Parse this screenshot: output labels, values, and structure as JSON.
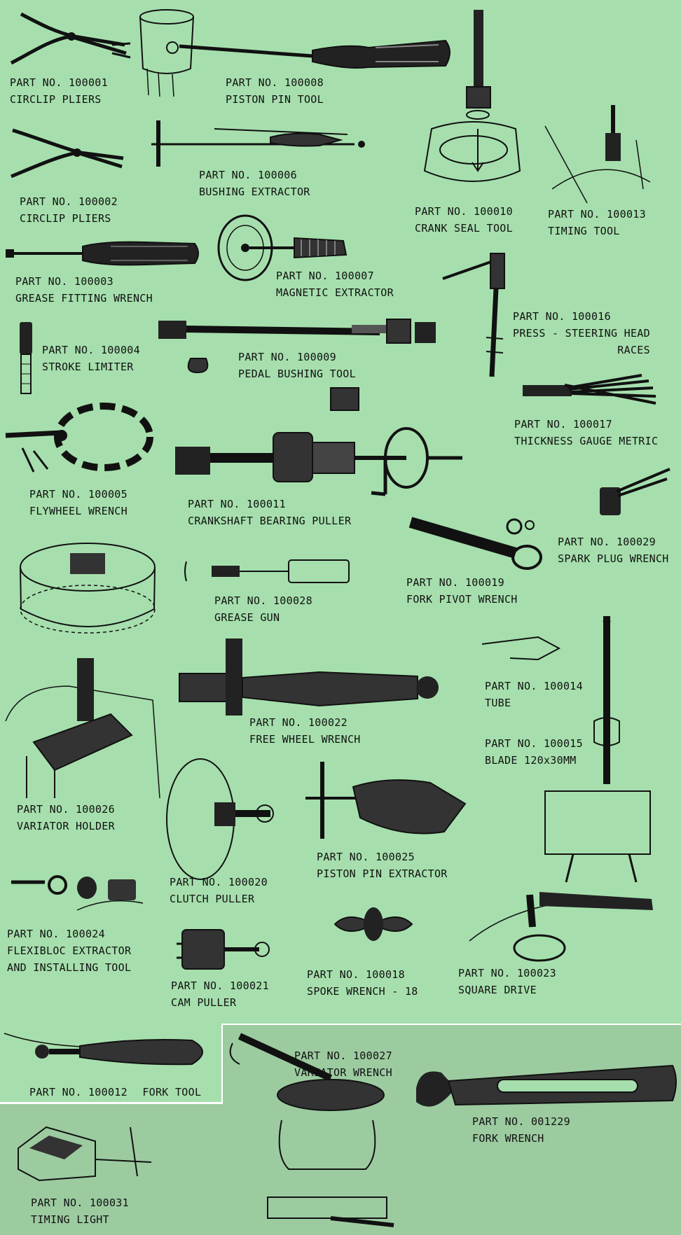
{
  "items": [
    {
      "part": "PART NO. 100001",
      "name": "CIRCLIP PLIERS"
    },
    {
      "part": "PART NO. 100008",
      "name": "PISTON PIN TOOL"
    },
    {
      "part": "PART NO. 100002",
      "name": "CIRCLIP PLIERS"
    },
    {
      "part": "PART NO. 100006",
      "name": "BUSHING EXTRACTOR"
    },
    {
      "part": "PART NO. 100010",
      "name": "CRANK SEAL TOOL"
    },
    {
      "part": "PART NO. 100013",
      "name": "TIMING TOOL"
    },
    {
      "part": "PART NO. 100003",
      "name": "GREASE FITTING WRENCH"
    },
    {
      "part": "PART NO. 100007",
      "name": "MAGNETIC EXTRACTOR"
    },
    {
      "part": "PART NO. 100016",
      "name": "PRESS - STEERING HEAD",
      "name2": "RACES"
    },
    {
      "part": "PART NO. 100004",
      "name": "STROKE LIMITER"
    },
    {
      "part": "PART NO. 100009",
      "name": "PEDAL BUSHING TOOL"
    },
    {
      "part": "PART NO. 100017",
      "name": "THICKNESS GAUGE METRIC"
    },
    {
      "part": "PART NO. 100005",
      "name": "FLYWHEEL WRENCH"
    },
    {
      "part": "PART NO. 100011",
      "name": "CRANKSHAFT BEARING PULLER"
    },
    {
      "part": "PART NO. 100029",
      "name": "SPARK PLUG WRENCH"
    },
    {
      "part": "PART NO. 100019",
      "name": "FORK PIVOT WRENCH"
    },
    {
      "part": "PART NO. 100028",
      "name": "GREASE GUN"
    },
    {
      "part": "PART NO. 100014",
      "name": "TUBE"
    },
    {
      "part": "PART NO. 100022",
      "name": "FREE WHEEL WRENCH"
    },
    {
      "part": "PART NO. 100015",
      "name": "BLADE 120x30MM"
    },
    {
      "part": "PART NO. 100026",
      "name": "VARIATOR HOLDER"
    },
    {
      "part": "PART NO. 100025",
      "name": "PISTON PIN EXTRACTOR"
    },
    {
      "part": "PART NO. 100020",
      "name": "CLUTCH PULLER"
    },
    {
      "part": "PART NO. 100024",
      "name": "FLEXIBLOC EXTRACTOR",
      "name2": "AND INSTALLING TOOL"
    },
    {
      "part": "PART NO. 100018",
      "name": "SPOKE WRENCH - 18"
    },
    {
      "part": "PART NO. 100023",
      "name": "SQUARE DRIVE"
    },
    {
      "part": "PART NO. 100021",
      "name": "CAM PULLER"
    },
    {
      "part": "PART NO. 100012",
      "name": "FORK TOOL"
    },
    {
      "part": "PART NO. 100027",
      "name": "VARIATOR WRENCH"
    },
    {
      "part": "PART NO. 001229",
      "name": "FORK WRENCH"
    },
    {
      "part": "PART NO. 100031",
      "name": "TIMING LIGHT"
    }
  ]
}
